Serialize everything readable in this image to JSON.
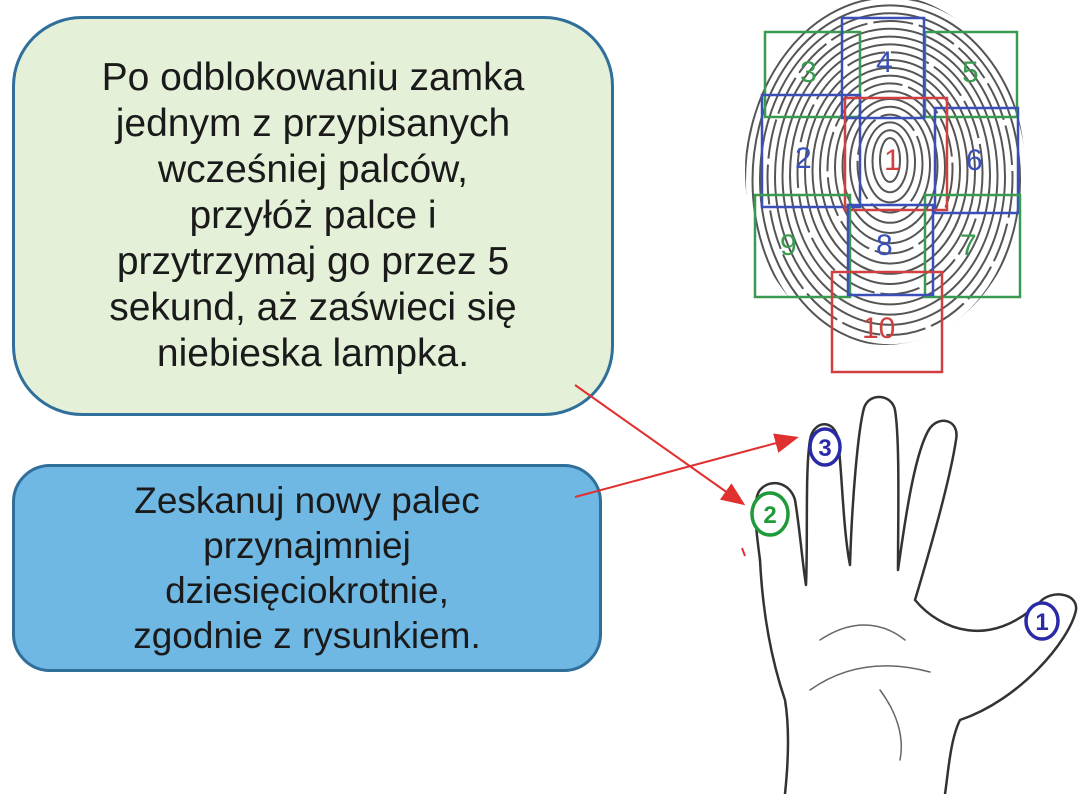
{
  "instruction_box": {
    "text": "Po odblokowaniu zamka\njednym z przypisanych\nwcześniej palców,\nprzyłóż palce i\nprzytrzymaj go przez 5\nsekund, aż zaświeci się\nniebieska lampka."
  },
  "scan_box": {
    "text": "Zeskanuj nowy palec\nprzynajmniej\ndziesięciokrotnie,\nzgodnie z rysunkiem."
  },
  "fingerprint_zones": [
    {
      "label": "1",
      "color": "#d04040"
    },
    {
      "label": "2",
      "color": "#3a4fb8"
    },
    {
      "label": "3",
      "color": "#3a9a50"
    },
    {
      "label": "4",
      "color": "#3a4fb8"
    },
    {
      "label": "5",
      "color": "#3a9a50"
    },
    {
      "label": "6",
      "color": "#3a4fb8"
    },
    {
      "label": "7",
      "color": "#3a9a50"
    },
    {
      "label": "8",
      "color": "#3a4fb8"
    },
    {
      "label": "9",
      "color": "#3a9a50"
    },
    {
      "label": "10",
      "color": "#d04040"
    }
  ],
  "finger_markers": [
    {
      "label": "1",
      "color": "#2a2aa8"
    },
    {
      "label": "2",
      "color": "#1f9a3a"
    },
    {
      "label": "3",
      "color": "#2a2aa8"
    }
  ],
  "colors": {
    "arrow": "#e03030",
    "hand_outline": "#333333",
    "fingerprint_ridge": "#555555"
  }
}
